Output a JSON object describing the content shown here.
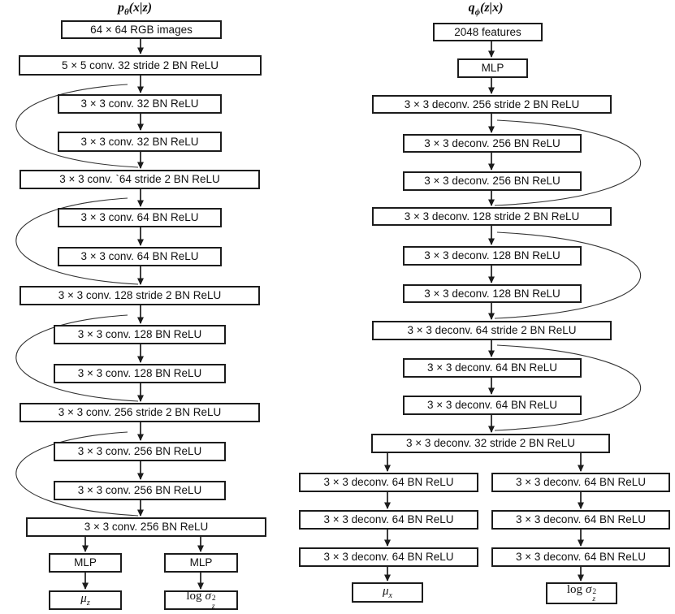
{
  "left_diagram": {
    "title": {
      "base": "p",
      "sub": "θ",
      "args": "(x|z)"
    },
    "nodes": {
      "input": "64 × 64 RGB images",
      "conv32_s2": "5 × 5 conv. 32 stride 2 BN ReLU",
      "conv32_a": "3 × 3 conv. 32 BN ReLU",
      "conv32_b": "3 × 3 conv. 32 BN ReLU",
      "conv64_s2": "3 × 3 conv. `64 stride 2 BN ReLU",
      "conv64_a": "3 × 3 conv. 64 BN ReLU",
      "conv64_b": "3 × 3 conv. 64 BN ReLU",
      "conv128_s2": "3 × 3 conv. 128 stride 2 BN ReLU",
      "conv128_a": "3 × 3 conv. 128 BN ReLU",
      "conv128_b": "3 × 3 conv. 128 BN ReLU",
      "conv256_s2": "3 × 3 conv. 256 stride 2 BN ReLU",
      "conv256_a": "3 × 3 conv. 256 BN ReLU",
      "conv256_b": "3 × 3 conv. 256 BN ReLU",
      "conv256_c": "3 × 3 conv. 256 BN ReLU",
      "mlp_mu": "MLP",
      "mlp_logvar": "MLP"
    },
    "outputs": {
      "mu": {
        "base": "μ",
        "sub": "z"
      },
      "logvar": {
        "pre": "log",
        "base": "σ",
        "sub": "z",
        "sup": "2"
      }
    }
  },
  "right_diagram": {
    "title": {
      "base": "q",
      "sub": "ϕ",
      "args": "(z|x)"
    },
    "nodes": {
      "input": "2048 features",
      "mlp": "MLP",
      "deconv256_s2": "3 × 3 deconv. 256 stride 2  BN ReLU",
      "deconv256_a": "3 × 3 deconv. 256 BN ReLU",
      "deconv256_b": "3 × 3 deconv. 256 BN ReLU",
      "deconv128_s2": "3 × 3 deconv. 128 stride 2 BN ReLU",
      "deconv128_a": "3 × 3 deconv. 128 BN ReLU",
      "deconv128_b": "3 × 3 deconv. 128 BN ReLU",
      "deconv64_s2": "3 × 3 deconv. 64 stride 2 BN ReLU",
      "deconv64_a": "3 × 3 deconv. 64 BN ReLU",
      "deconv64_b": "3 × 3 deconv. 64 BN ReLU",
      "deconv32_s2": "3 × 3 deconv. 32 stride 2 BN ReLU",
      "mu_branch_1": "3 × 3 deconv. 64 BN ReLU",
      "mu_branch_2": "3 × 3 deconv. 64 BN ReLU",
      "mu_branch_3": "3 × 3 deconv. 64 BN ReLU",
      "logvar_branch_1": "3 × 3 deconv. 64 BN ReLU",
      "logvar_branch_2": "3 × 3 deconv. 64 BN ReLU",
      "logvar_branch_3": "3 × 3 deconv. 64 BN ReLU"
    },
    "outputs": {
      "mu": {
        "base": "μ",
        "sub": "x"
      },
      "logvar": {
        "pre": "log",
        "base": "σ",
        "sub": "z",
        "sup": "2"
      }
    }
  }
}
